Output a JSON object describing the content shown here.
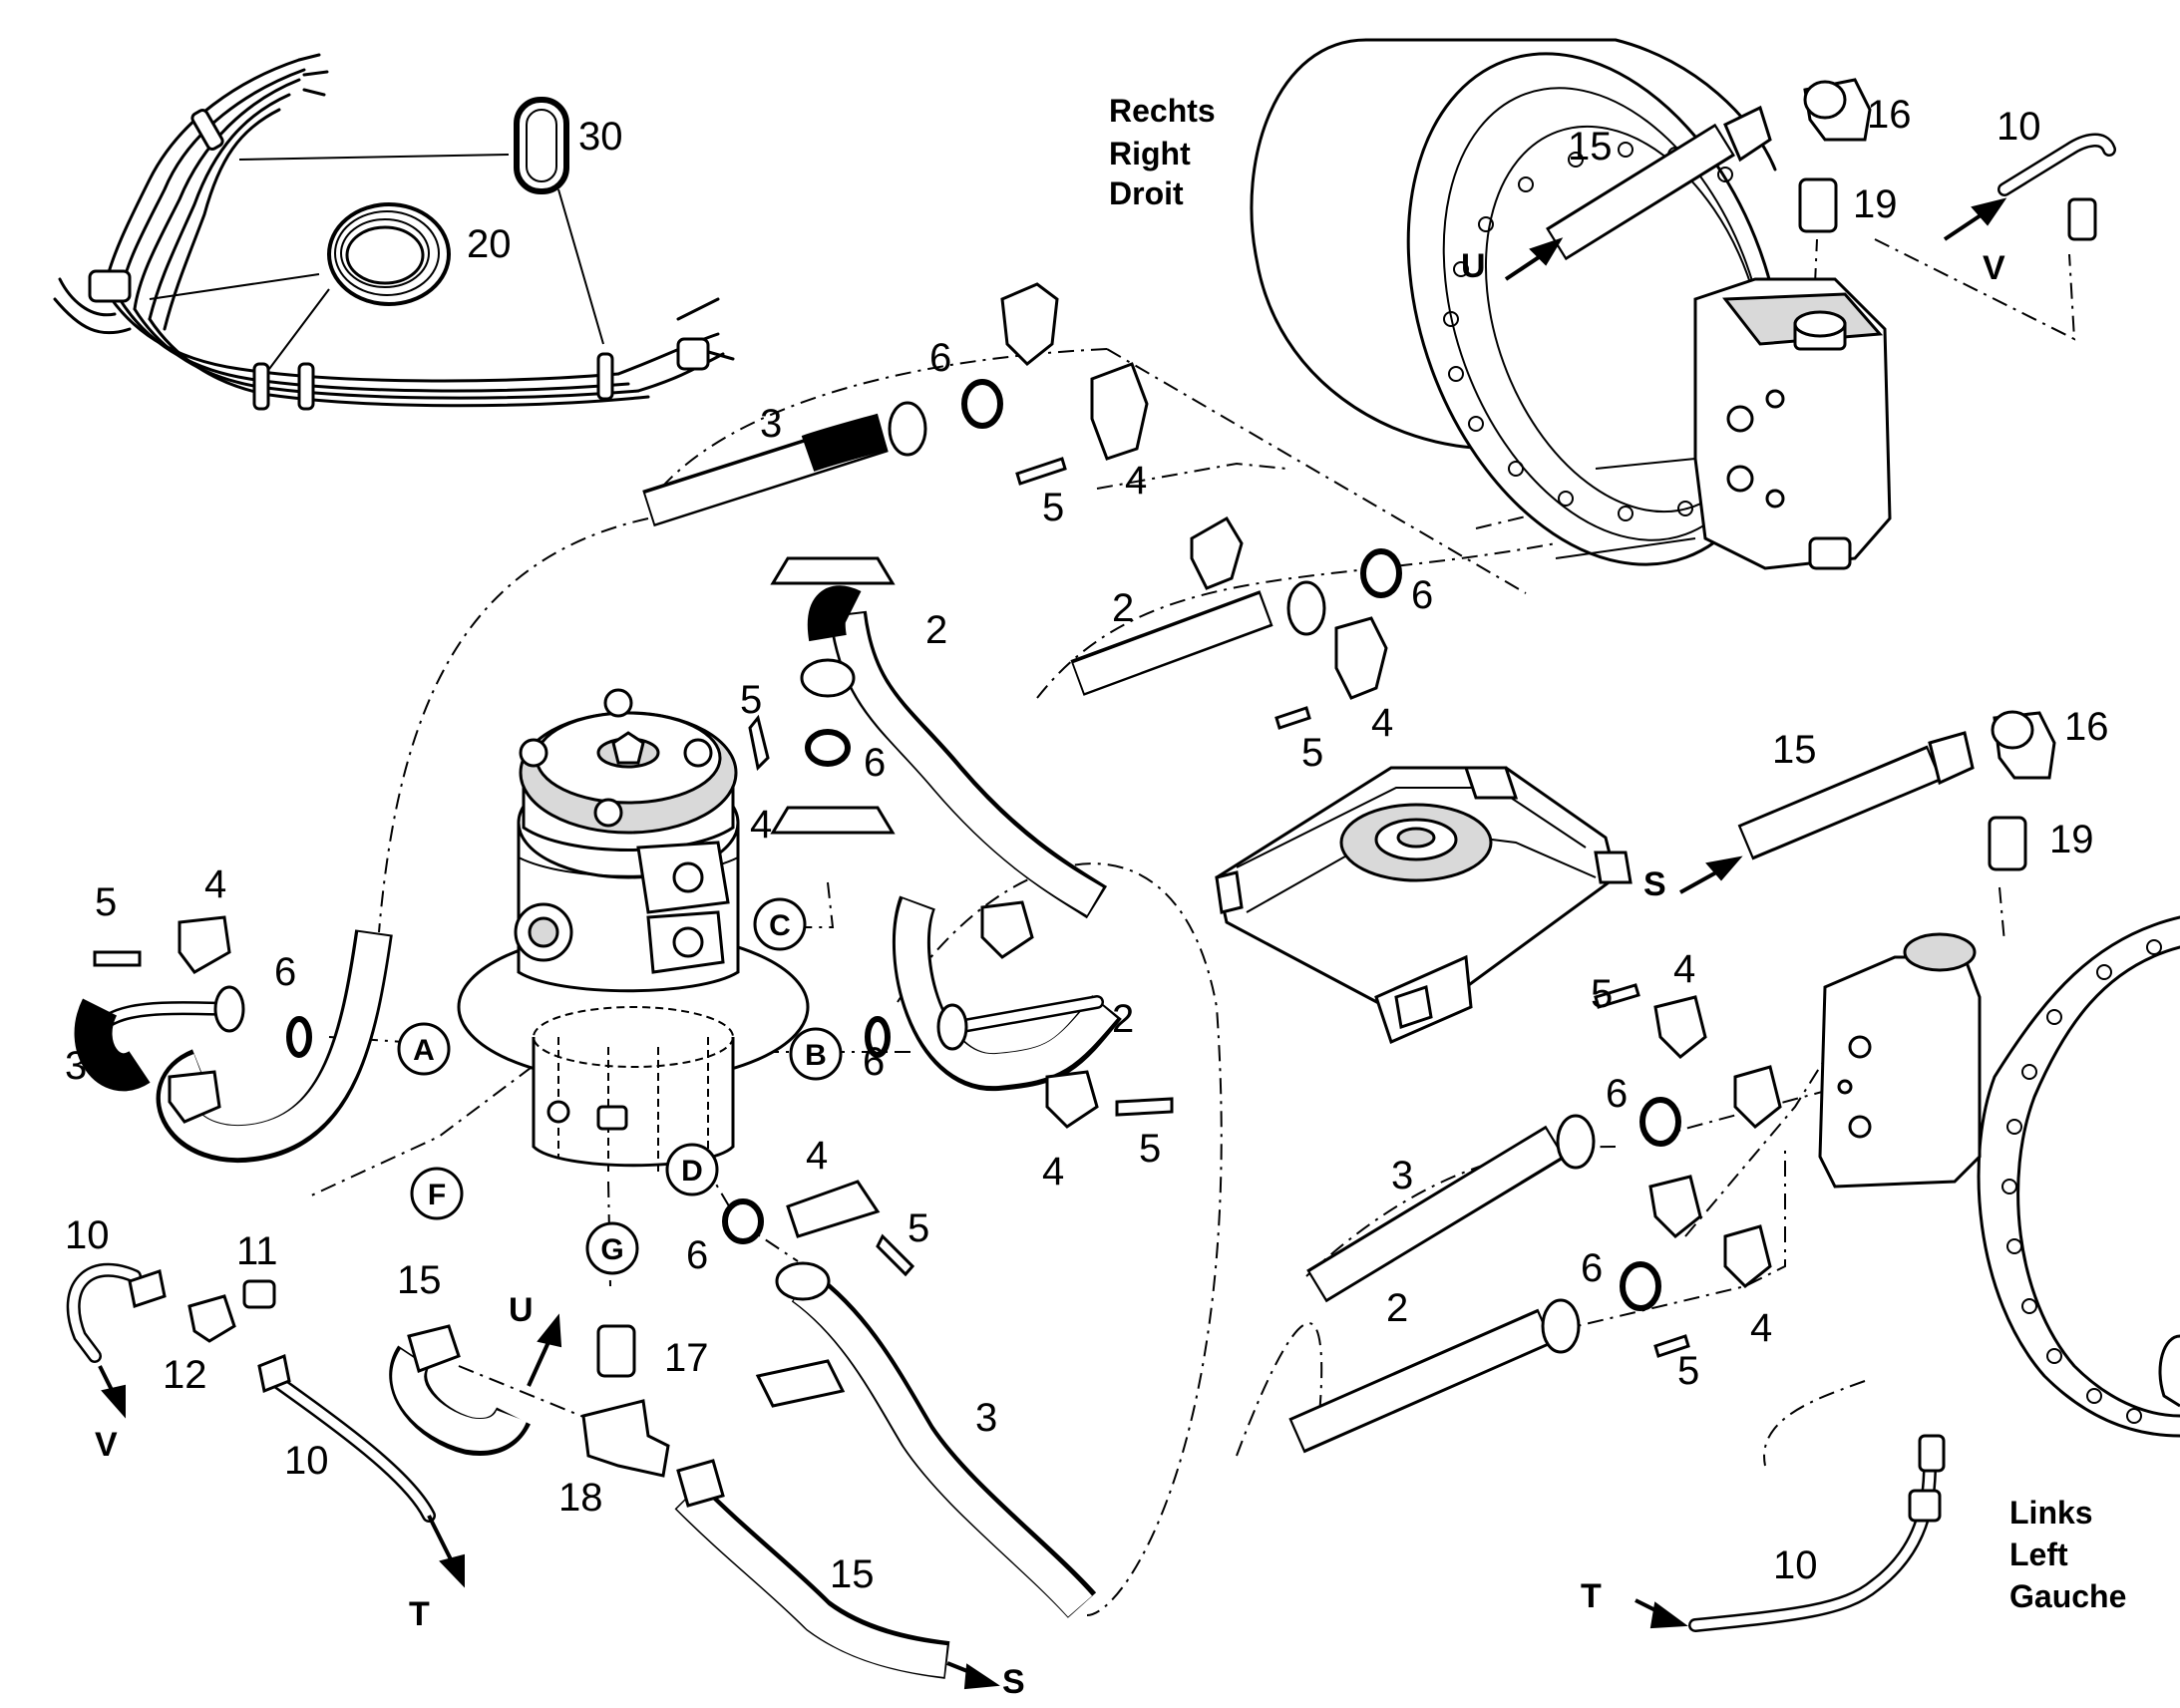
{
  "side_labels": {
    "right": [
      "Rechts",
      "Right",
      "Droit"
    ],
    "left": [
      "Links",
      "Left",
      "Gauche"
    ]
  },
  "connection_points": [
    "A",
    "B",
    "C",
    "D",
    "F",
    "G"
  ],
  "flow_labels": {
    "U": "U",
    "V": "V",
    "S": "S",
    "T": "T"
  },
  "part_numbers": {
    "n30": "30",
    "n20": "20",
    "n15a": "15",
    "n16a": "16",
    "n19a": "19",
    "n10a": "10",
    "n6a": "6",
    "n3a": "3",
    "n5a": "5",
    "n4a": "4",
    "n2a": "2",
    "n6b": "6",
    "n4b": "4",
    "n5b": "5",
    "n2b": "2",
    "n5c": "5",
    "n6c": "6",
    "n4c": "4",
    "n15b": "15",
    "n16b": "16",
    "n19b": "19",
    "n5d": "5",
    "n4d": "4",
    "n6d": "6",
    "n3b": "3",
    "n2c": "2",
    "n6e": "6",
    "n4e": "4",
    "n5e": "5",
    "n6f": "6",
    "n2d": "2",
    "n4f": "4",
    "n5f": "5",
    "n5g": "5",
    "n4g": "4",
    "n6g": "6",
    "n3c": "3",
    "n10b": "10",
    "n11": "11",
    "n12": "12",
    "n10c": "10",
    "n15c": "15",
    "n17": "17",
    "n18": "18",
    "n3d": "3",
    "n4h": "4",
    "n5h": "5",
    "n6h": "6",
    "n15d": "15",
    "n10d": "10"
  }
}
